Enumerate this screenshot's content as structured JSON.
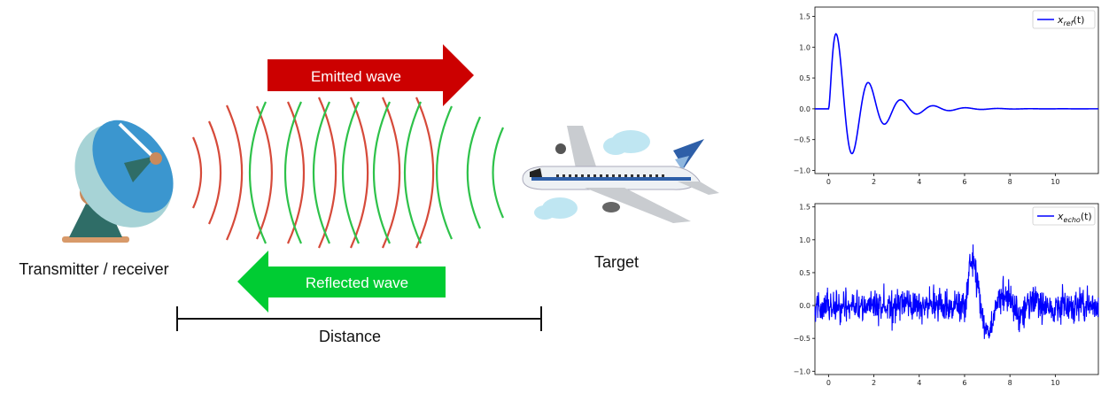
{
  "diagram": {
    "emitted_label": "Emitted wave",
    "reflected_label": "Reflected wave",
    "transmitter_label": "Transmitter / receiver",
    "target_label": "Target",
    "distance_label": "Distance",
    "colors": {
      "emitted": "#cc0000",
      "reflected": "#00cc33",
      "red_wave": "#d64a3a",
      "green_wave": "#2ec24a"
    }
  },
  "chart_data": [
    {
      "type": "line",
      "legend": "x_ref(t)",
      "legend_main": "x",
      "legend_sub": "ref",
      "legend_suffix": "(t)",
      "legend_position": "top-right",
      "color": "#0000ff",
      "xlim": [
        -0.6,
        11.9
      ],
      "ylim": [
        -1.05,
        1.65
      ],
      "xticks": [
        0,
        2,
        4,
        6,
        8,
        10
      ],
      "yticks": [
        -1.0,
        -0.5,
        0.0,
        0.5,
        1.0,
        1.5
      ],
      "ytick_labels": [
        "−1.0",
        "−0.5",
        "0.0",
        "0.5",
        "1.0",
        "1.5"
      ],
      "signal": {
        "start": 0.0,
        "amplitude": 1.6,
        "frequency": 0.7,
        "decay": 0.75,
        "flat_from": -0.6,
        "flat_to": 11.9
      }
    },
    {
      "type": "line",
      "legend": "x_echo(t)",
      "legend_main": "x",
      "legend_sub": "echo",
      "legend_suffix": "(t)",
      "legend_position": "top-right",
      "color": "#0000ff",
      "xlim": [
        -0.6,
        11.9
      ],
      "ylim": [
        -1.05,
        1.55
      ],
      "xticks": [
        0,
        2,
        4,
        6,
        8,
        10
      ],
      "yticks": [
        -1.0,
        -0.5,
        0.0,
        0.5,
        1.0,
        1.5
      ],
      "ytick_labels": [
        "−1.0",
        "−0.5",
        "0.0",
        "0.5",
        "1.0",
        "1.5"
      ],
      "signal": {
        "start": 6.0,
        "amplitude": 0.85,
        "frequency": 0.7,
        "decay": 0.75,
        "noise": 0.12
      }
    }
  ]
}
